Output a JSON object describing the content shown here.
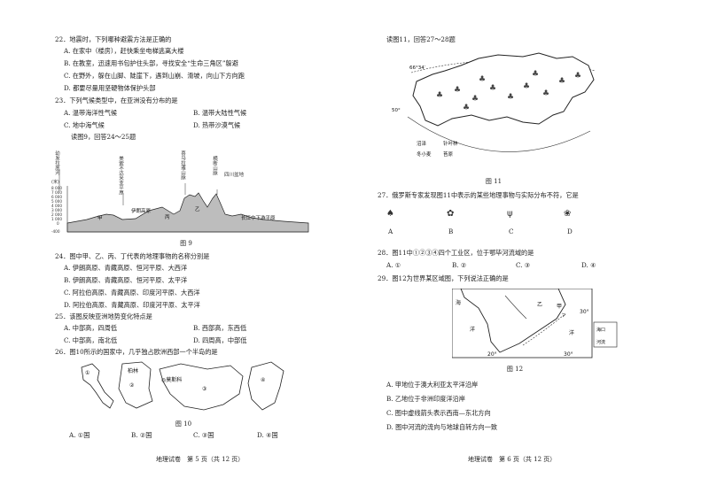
{
  "left": {
    "q22": {
      "stem": "22．地震时，下列哪种避震方法是正确的",
      "options": [
        "A. 在家中（楼房），赶快乘坐电梯逃离大楼",
        "B. 在教室，迅速用书包护住头部，寻找安全“生命三角区”躲避",
        "C. 在野外，躲在山脚、陡崖下，遇到山崩、滑坡，向山下方向跑",
        "D. 都要尽量用坚硬物体保护头部"
      ]
    },
    "q23": {
      "stem": "23．下列气候类型中，在亚洲没有分布的是",
      "options": [
        "A. 温带海洋性气候",
        "B. 温带大陆性气候",
        "C. 地中海气候",
        "D. 热带沙漠气候"
      ]
    },
    "read9": "读图9，回答24～25题",
    "fig9": {
      "vertical_labels": [
        "幼发拉底河",
        "美索不达米亚平原",
        "喜马拉雅山脉",
        "横断山脉"
      ],
      "basin_label": "四川盆地",
      "unit": "(米)",
      "yticks": [
        "8 000",
        "7 000",
        "6 000",
        "5 000",
        "4 000",
        "3 000",
        "2 000",
        "1 000",
        "0",
        "-400"
      ],
      "labels": [
        "甲",
        "伊朗高原",
        "丙",
        "乙",
        "长江中下游平原"
      ],
      "caption": "图 9"
    },
    "q24": {
      "stem": "24．图中甲、乙、丙、丁代表的地理事物的名称分别是",
      "options": [
        "A. 伊朗高原、青藏高原、恒河平原、大西洋",
        "B. 伊朗高原、青藏高原、恒河平原、太平洋",
        "C. 阿拉伯高原、青藏高原、印度河平原、大西洋",
        "D. 阿拉伯高原、青藏高原、印度河平原、太平洋"
      ]
    },
    "q25": {
      "stem": "25．该图反映亚洲地势变化特点是",
      "options": [
        "A. 中部高，四周低",
        "B. 西部高，东西低",
        "C. 中部高，南北低",
        "D. 四周高，中部低"
      ]
    },
    "q26": {
      "stem": "26．图10所示的国家中，几乎独占欧洲西部一个半岛的是",
      "map_labels": [
        "①",
        "柏林",
        "②",
        "◎莫斯科",
        "③",
        "④"
      ],
      "caption": "图 10",
      "options": [
        "A. ①国",
        "B. ②国",
        "C. ③国",
        "D. ④国"
      ]
    },
    "footer": "地理试卷　第 5 页（共 12 页）"
  },
  "right": {
    "read11": "读图11，回答27～28题",
    "fig11": {
      "lat1": "66°34′",
      "lat2": "50°",
      "legend": [
        "沼泽",
        "针叶林",
        "冬小麦",
        "苔原"
      ],
      "caption": "图 11"
    },
    "q27": {
      "stem": "27．俄罗斯专家发现图11中表示的某些地理事物与实际分布不符，它是",
      "options": [
        "A",
        "B",
        "C",
        "D"
      ]
    },
    "q28": {
      "stem": "28．图11中①②③④四个工业区，位于鄂毕河流域的是",
      "options": [
        "A. ①",
        "B. ②",
        "C. ③",
        "D. ④"
      ]
    },
    "q29": {
      "stem": "29．图12为世界某区域图，下列说法正确的是",
      "map_labels": [
        "海",
        "乙",
        "甲",
        "洋",
        "洋",
        "30°",
        "20°",
        "30°"
      ],
      "legend": [
        "海口",
        "河流"
      ],
      "caption": "图 12",
      "options": [
        "A. 甲地位于澳大利亚太平洋沿岸",
        "B. 乙地位于非洲印度洋沿岸",
        "C. 图中虚线箭头表示西南—东北方向",
        "D. 图中河流的流向与地球自转方向一致"
      ]
    },
    "footer": "地理试卷　第 6 页（共 12 页）"
  }
}
